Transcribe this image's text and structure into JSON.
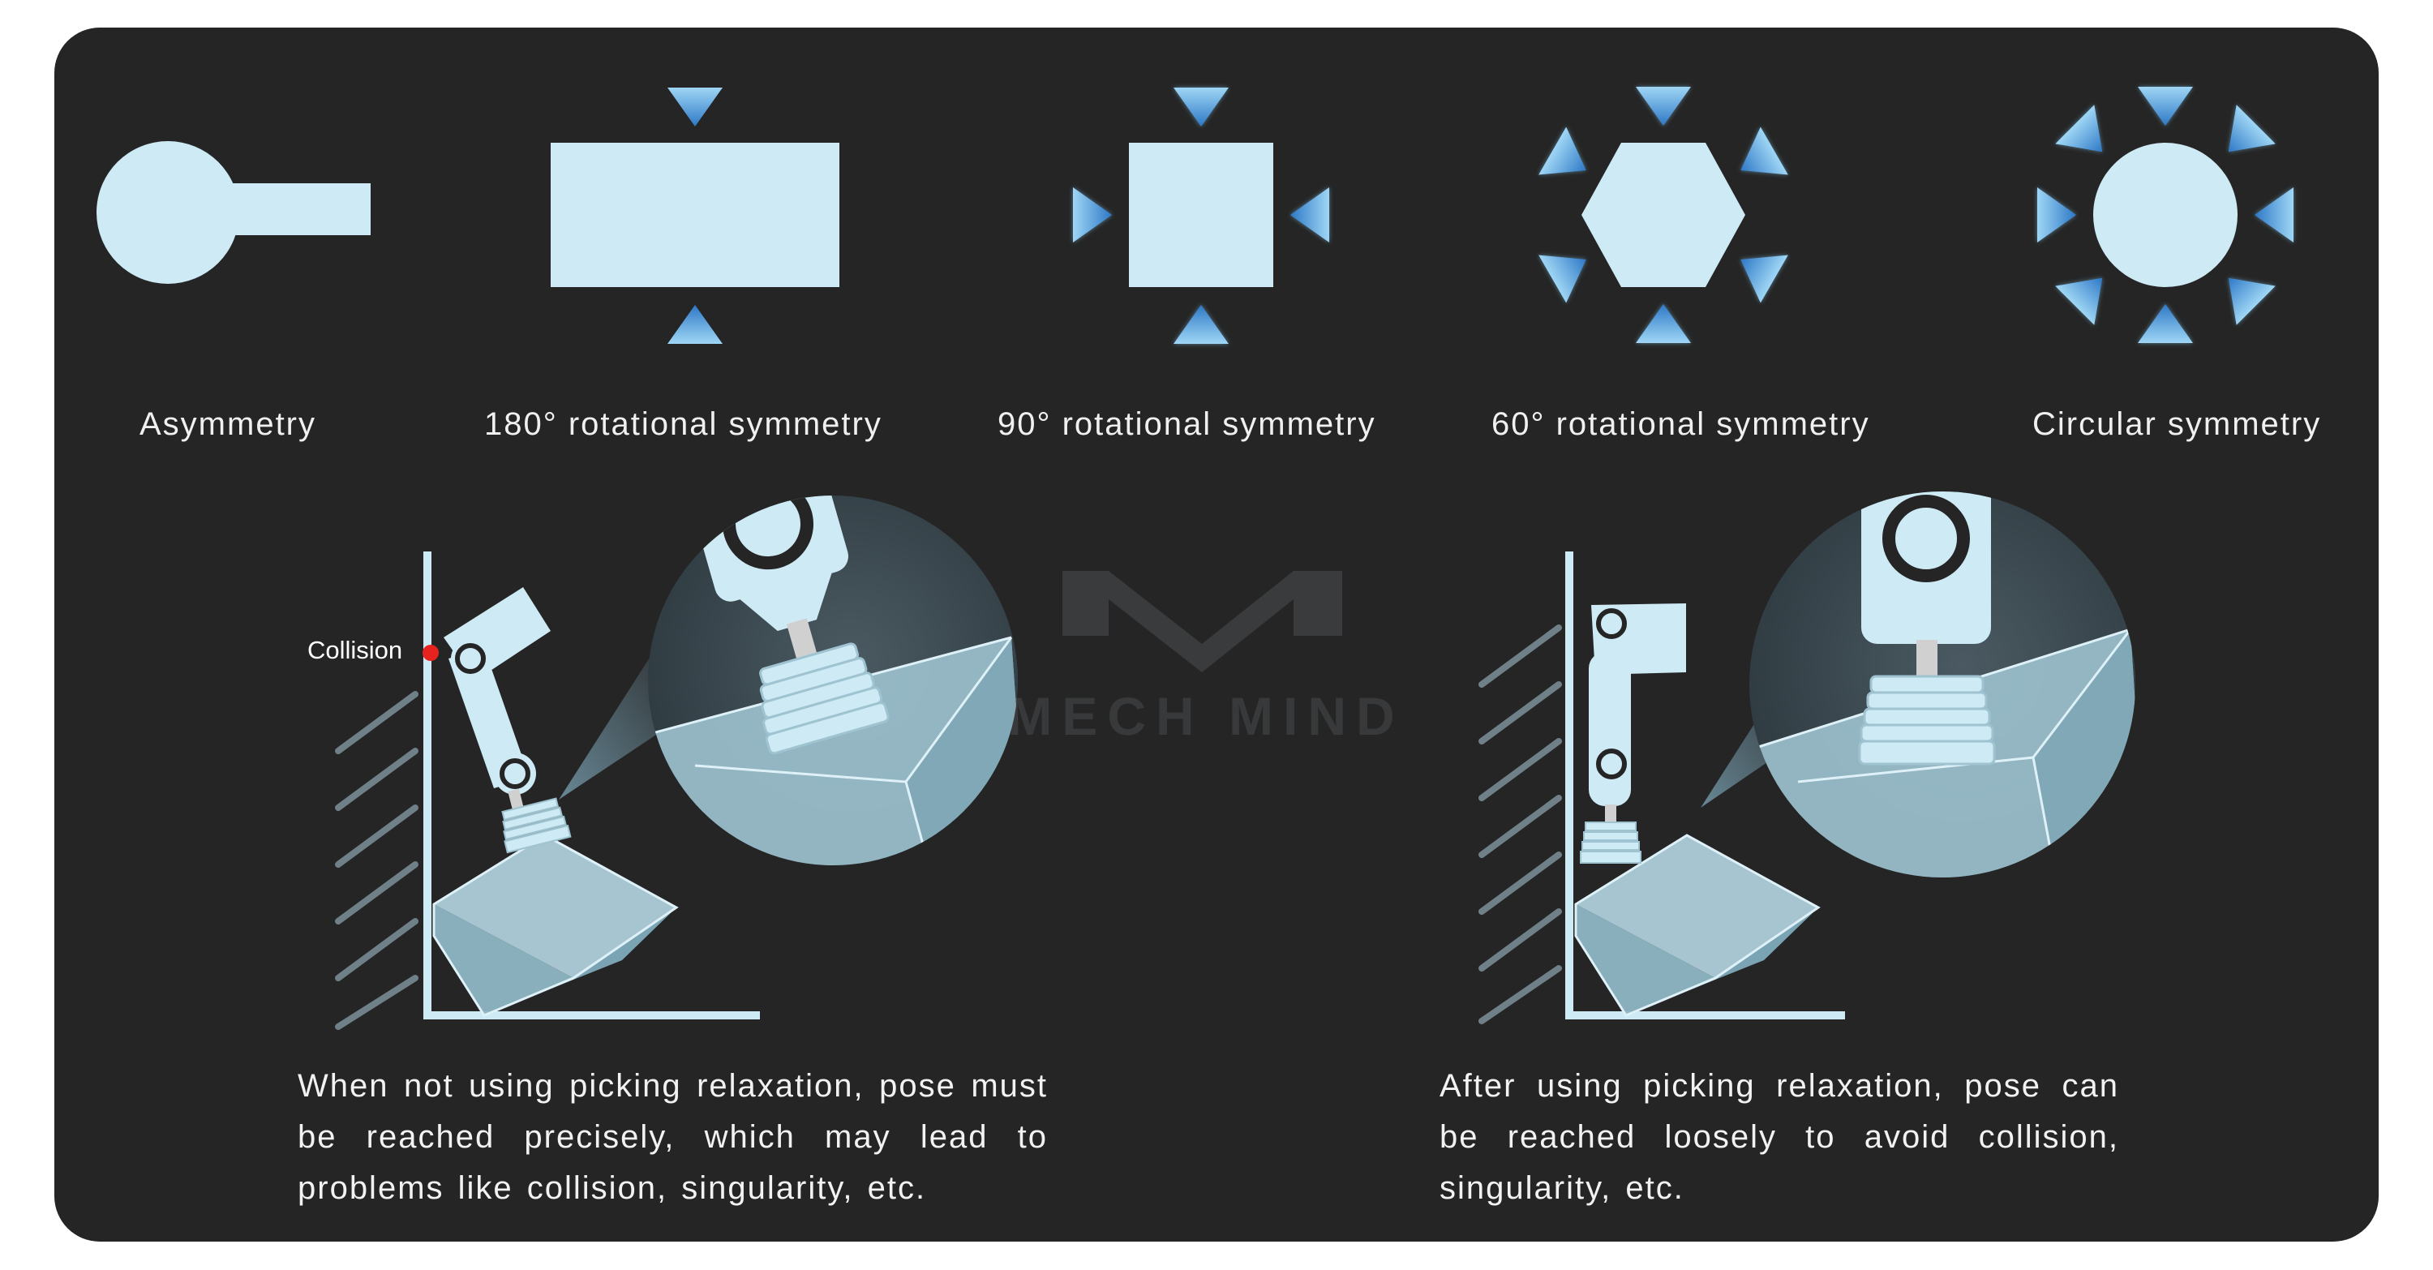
{
  "symmetry": {
    "items": [
      {
        "label": "Asymmetry"
      },
      {
        "label": "180° rotational symmetry"
      },
      {
        "label": "90° rotational symmetry"
      },
      {
        "label": "60° rotational symmetry"
      },
      {
        "label": "Circular symmetry"
      }
    ]
  },
  "scenes": {
    "left": {
      "collision_label": "Collision",
      "caption": "When not using picking relaxation, pose must be reached precisely, which may lead to problems like collision, singularity, etc."
    },
    "right": {
      "caption": "After using picking relaxation, pose can be reached loosely to avoid collision, singularity, etc."
    }
  },
  "watermark": "MECH MIND",
  "colors": {
    "background": "#252525",
    "shape_fill": "#cdeaf5",
    "arrow_blue": "#5aa9e6",
    "collision_dot": "#e8231f"
  }
}
